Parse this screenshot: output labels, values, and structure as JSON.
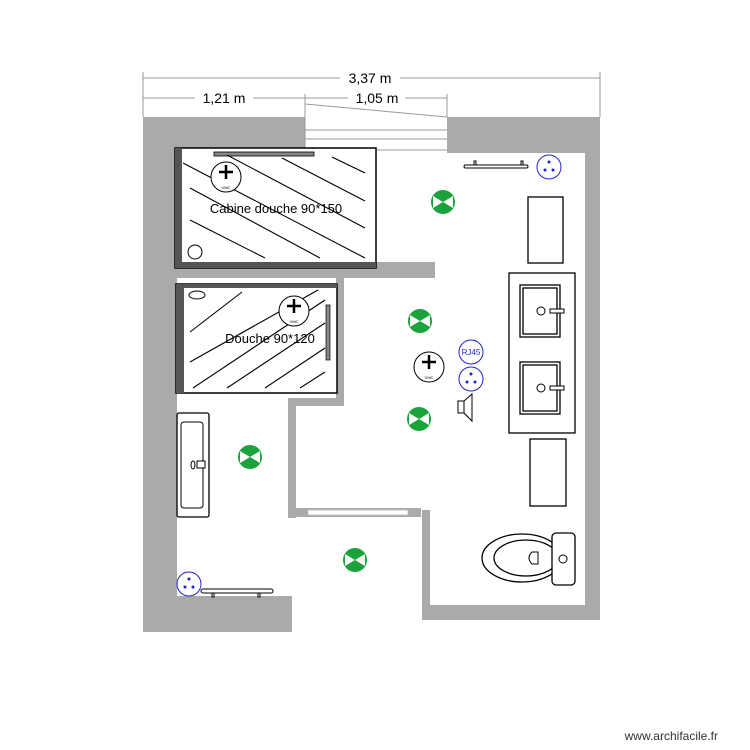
{
  "dimensions": {
    "total": "3,37 m",
    "left": "1,21 m",
    "door": "1,05 m"
  },
  "rooms": {
    "shower_cabin": "Cabine douche 90*150",
    "shower": "Douche 90*120"
  },
  "symbols": {
    "vmc": "VMC",
    "rj45": "RJ45"
  },
  "watermark": "www.archifacile.fr",
  "colors": {
    "wall": "#aaaaaa",
    "light": "#1aa33a",
    "electric": "#2222cc"
  }
}
